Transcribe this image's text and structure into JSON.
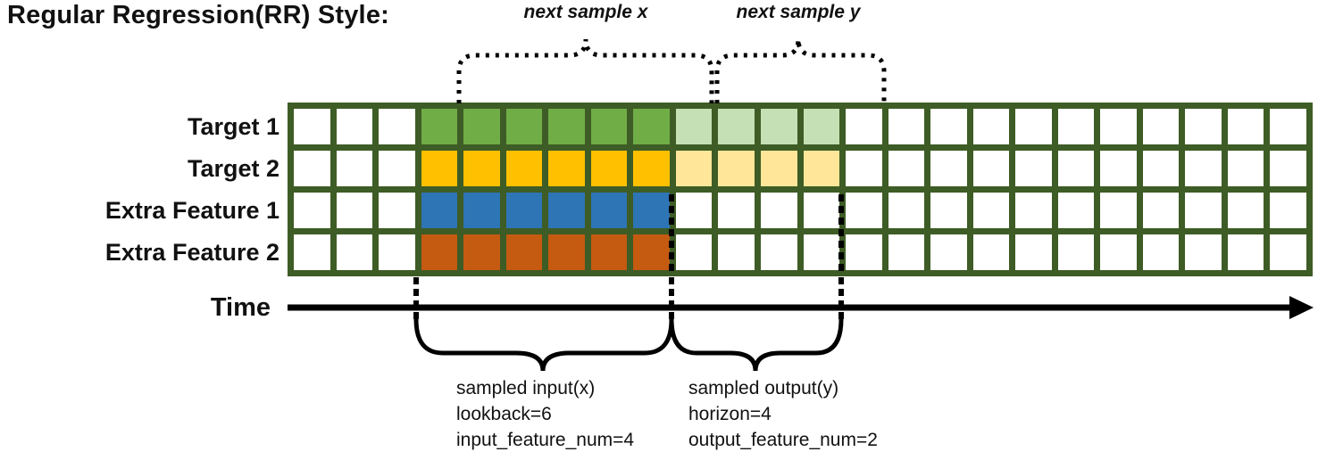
{
  "title": "Regular Regression(RR) Style:",
  "annotations": {
    "next_sample_x": "next sample x",
    "next_sample_y": "next sample y",
    "time_label": "Time"
  },
  "sample_info": {
    "input_lines": [
      "sampled input(x)",
      "lookback=6",
      "input_feature_num=4"
    ],
    "output_lines": [
      "sampled output(y)",
      "horizon=4",
      "output_feature_num=2"
    ]
  },
  "grid": {
    "total_cols": 24,
    "lead_empty_cols": 3,
    "lookback": 6,
    "horizon": 4,
    "border_color": "#3E5C25",
    "empty_color": "#FFFFFF",
    "rows": [
      {
        "label": "Target 1",
        "input_color": "#70AD47",
        "output_color": "#C5E0B4"
      },
      {
        "label": "Target 2",
        "input_color": "#FFC000",
        "output_color": "#FFE699"
      },
      {
        "label": "Extra Feature 1",
        "input_color": "#2E75B6",
        "output_color": null
      },
      {
        "label": "Extra Feature 2",
        "input_color": "#C55A11",
        "output_color": null
      }
    ]
  },
  "line_color": "#000000"
}
